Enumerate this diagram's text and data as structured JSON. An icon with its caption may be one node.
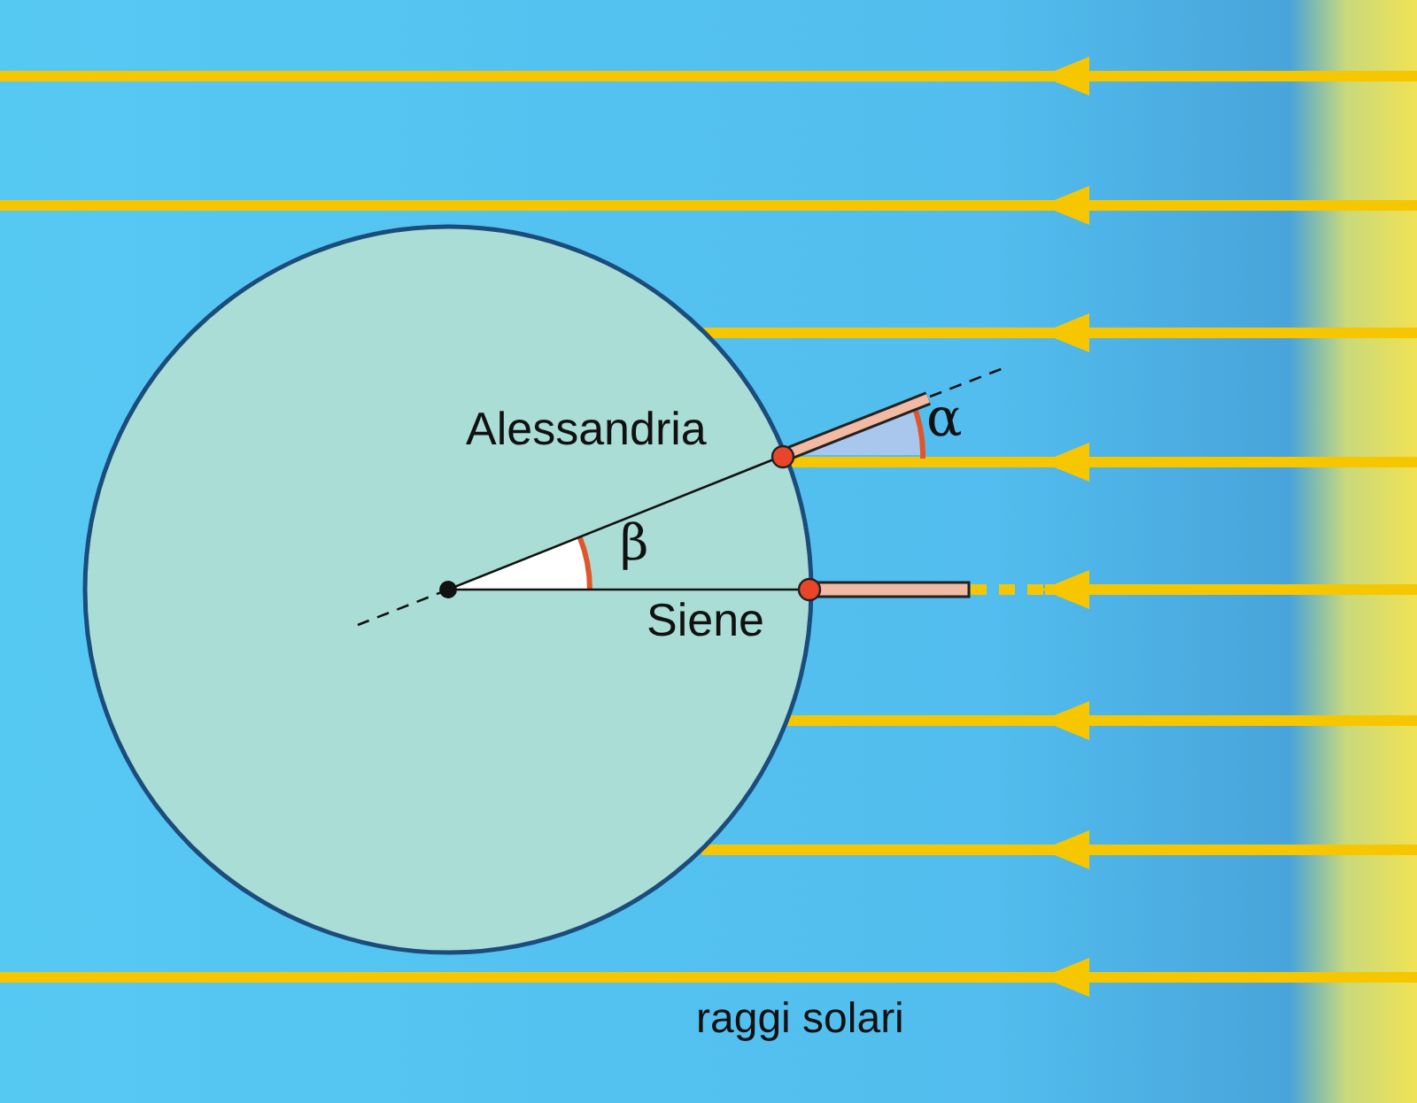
{
  "diagram": {
    "labels": [
      "α",
      "Alessandria",
      "β",
      "Siene",
      "raggi solari"
    ]
  }
}
